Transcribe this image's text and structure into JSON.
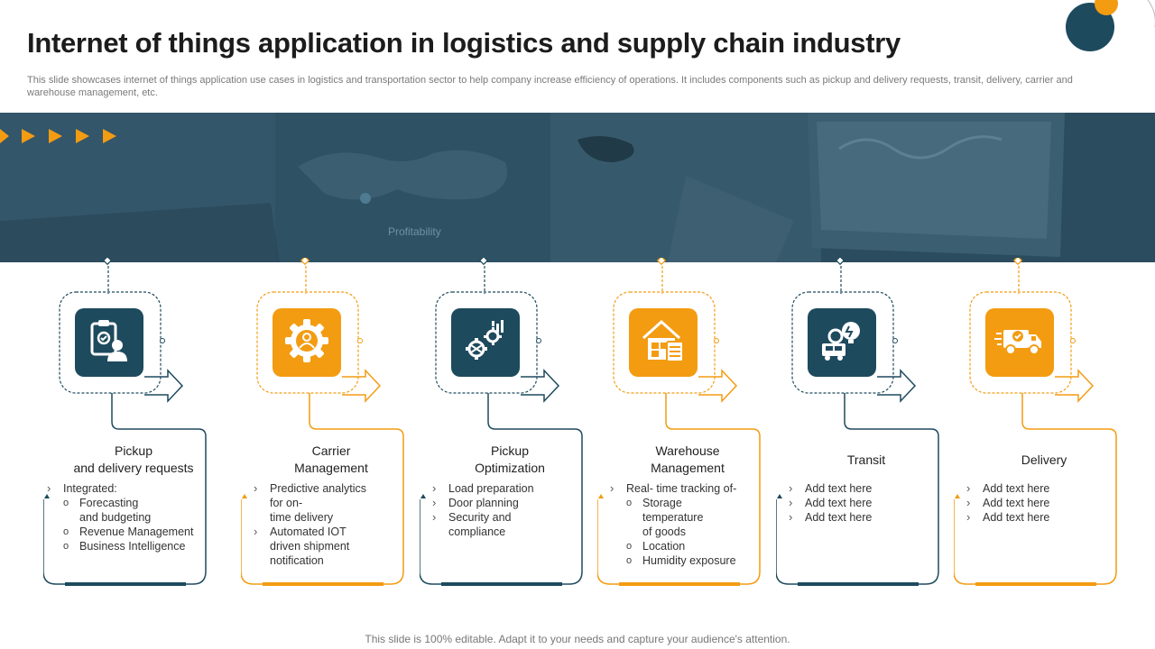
{
  "page": {
    "title": "Internet of things application in logistics and supply chain industry",
    "subtitle": "This slide showcases internet of things application use cases in logistics and transportation sector to help company increase efficiency of operations. It includes components such as pickup and delivery requests, transit, delivery, carrier and warehouse management, etc.",
    "footer": "This slide is 100% editable. Adapt it to your needs and capture your audience's attention.",
    "banner_text": "Profitability"
  },
  "colors": {
    "navy": "#1e4a5e",
    "orange": "#f39c12",
    "banner": "#2b4c5e"
  },
  "steps": [
    {
      "color": "navy",
      "icon": "clipboard-user-icon",
      "title_lines": [
        "Pickup",
        "and delivery requests"
      ],
      "items": [
        {
          "type": "bullet",
          "text": "Integrated:"
        },
        {
          "type": "sub",
          "text": "Forecasting"
        },
        {
          "type": "subcont",
          "text": "and budgeting"
        },
        {
          "type": "sub",
          "text": "Revenue  Management"
        },
        {
          "type": "sub",
          "text": "Business Intelligence"
        }
      ]
    },
    {
      "color": "orange",
      "icon": "gear-person-icon",
      "title_lines": [
        "Carrier",
        "Management"
      ],
      "items": [
        {
          "type": "bullet",
          "text": "Predictive analytics"
        },
        {
          "type": "cont",
          "text": "for on-"
        },
        {
          "type": "cont",
          "text": "time delivery"
        },
        {
          "type": "bullet",
          "text": "Automated IOT"
        },
        {
          "type": "cont",
          "text": "driven  shipment"
        },
        {
          "type": "cont",
          "text": "notification"
        }
      ]
    },
    {
      "color": "navy",
      "icon": "gears-chart-icon",
      "title_lines": [
        "Pickup",
        "Optimization"
      ],
      "items": [
        {
          "type": "bullet",
          "text": "Load preparation"
        },
        {
          "type": "bullet",
          "text": "Door planning"
        },
        {
          "type": "bullet",
          "text": "Security and"
        },
        {
          "type": "cont",
          "text": "compliance"
        }
      ]
    },
    {
      "color": "orange",
      "icon": "warehouse-icon",
      "title_lines": [
        "Warehouse",
        "Management"
      ],
      "items": [
        {
          "type": "bullet",
          "text": "Real- time tracking of-"
        },
        {
          "type": "sub",
          "text": "Storage"
        },
        {
          "type": "subcont",
          "text": "temperature"
        },
        {
          "type": "subcont",
          "text": "of goods"
        },
        {
          "type": "sub",
          "text": "Location"
        },
        {
          "type": "sub",
          "text": "Humidity exposure"
        }
      ]
    },
    {
      "color": "navy",
      "icon": "truck-bulb-icon",
      "title_lines": [
        "Transit"
      ],
      "items": [
        {
          "type": "bullet",
          "text": "Add text here"
        },
        {
          "type": "bullet",
          "text": "Add text here"
        },
        {
          "type": "bullet",
          "text": "Add text here"
        }
      ]
    },
    {
      "color": "orange",
      "icon": "delivery-truck-icon",
      "title_lines": [
        "Delivery"
      ],
      "items": [
        {
          "type": "bullet",
          "text": "Add text here"
        },
        {
          "type": "bullet",
          "text": "Add text here"
        },
        {
          "type": "bullet",
          "text": "Add text here"
        }
      ]
    }
  ]
}
